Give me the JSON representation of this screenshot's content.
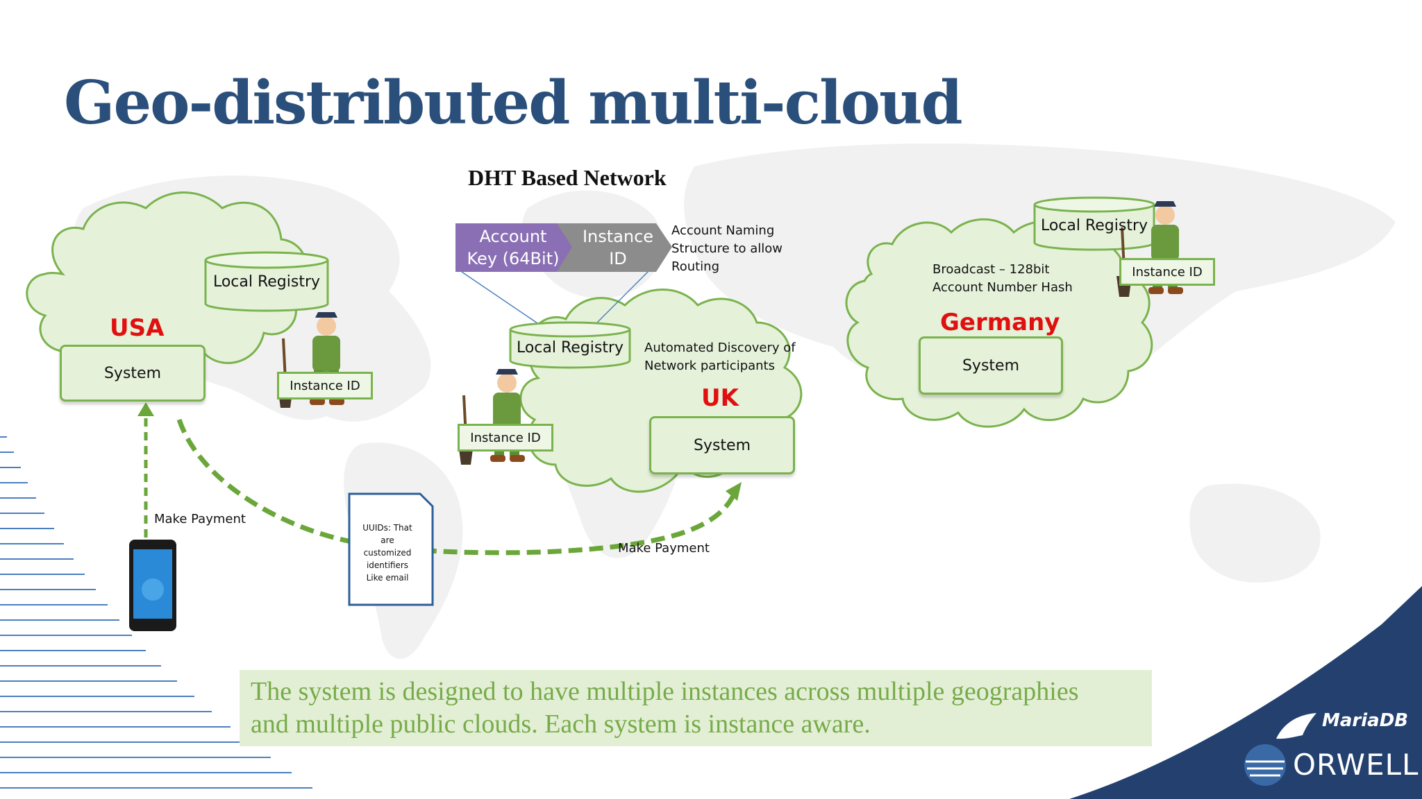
{
  "slide": {
    "title": "Geo-distributed multi-cloud",
    "subtitle": "DHT Based Network"
  },
  "account_structure": {
    "part1": "Account\nKey (64Bit)",
    "part2": "Instance\nID",
    "description": "Account Naming\nStructure to allow\nRouting"
  },
  "nodes": {
    "usa": {
      "country": "USA",
      "registry": "Local Registry",
      "system": "System",
      "instance": "Instance ID"
    },
    "uk": {
      "country": "UK",
      "registry": "Local Registry",
      "system": "System",
      "instance": "Instance ID",
      "note": "Automated Discovery of\nNetwork participants"
    },
    "germany": {
      "country": "Germany",
      "registry": "Local Registry",
      "system": "System",
      "instance": "Instance ID",
      "note": "Broadcast – 128bit\nAccount Number Hash"
    }
  },
  "flow": {
    "payment_label_1": "Make Payment",
    "payment_label_2": "Make Payment",
    "uuid_note": "UUIDs: That\nare\ncustomized\nidentifiers\nLike email"
  },
  "caption": "The system is designed to have multiple instances across multiple geographies\nand multiple public clouds. Each system is instance aware.",
  "branding": {
    "mariadb": "MariaDB",
    "orwell": "ORWELL"
  },
  "colors": {
    "title": "#2a4f7a",
    "country": "#e01010",
    "cloud_fill": "#e6f1da",
    "cloud_stroke": "#7ab34e",
    "arrow_purple": "#8a6fb5",
    "arrow_gray": "#8c8c8c",
    "corner_navy": "#23406e"
  }
}
